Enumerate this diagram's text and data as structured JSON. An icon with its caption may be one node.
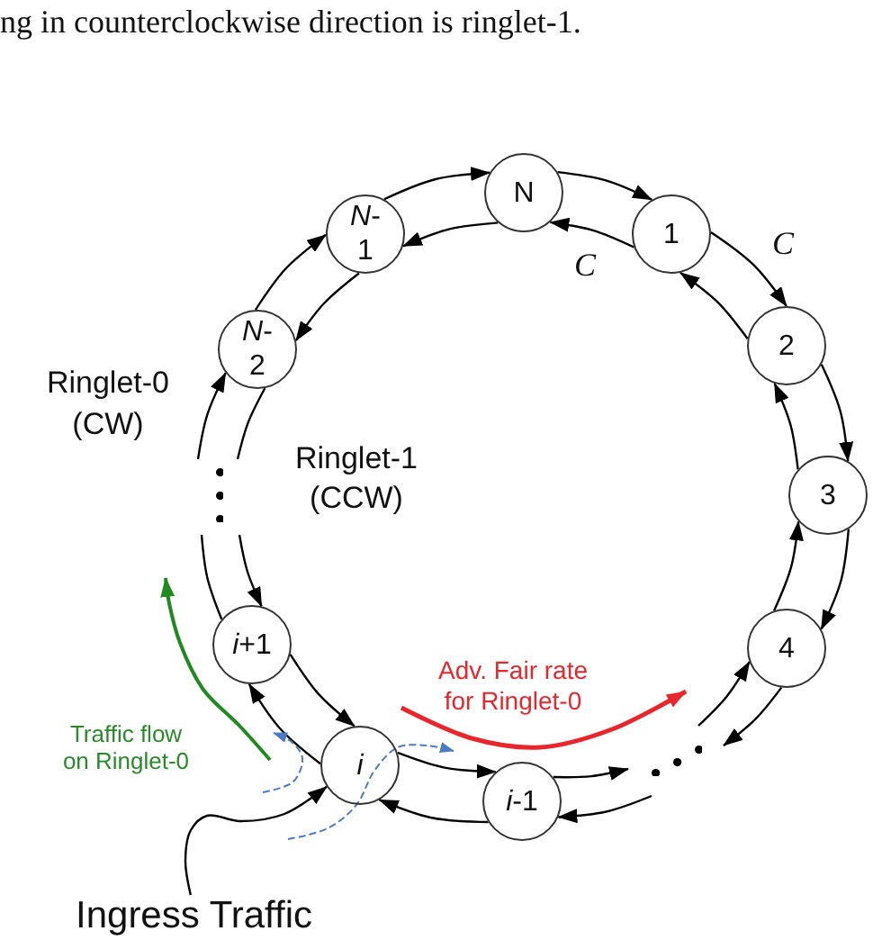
{
  "diagram": {
    "nodes": [
      {
        "text": [
          "N"
        ]
      },
      {
        "text": [
          "*N*-1"
        ]
      },
      {
        "text": [
          "1"
        ]
      },
      {
        "text": [
          "*N*-2"
        ]
      },
      {
        "text": [
          "2"
        ]
      },
      {
        "text": [],
        "shape": "dots"
      },
      {
        "text": [
          "3"
        ]
      },
      {
        "text": [
          "*i*+1"
        ]
      },
      {
        "text": [
          "4"
        ]
      },
      {
        "text": [
          "i"
        ]
      },
      {
        "text": [],
        "shape": "dots"
      },
      {
        "text": [
          "*i*-1"
        ]
      },
      {
        "text": [
          "Ingress Traffic"
        ]
      }
    ],
    "edges": [
      {
        "from": 1,
        "to": 0,
        "arrow": "to"
      },
      {
        "from": 0,
        "to": 2,
        "arrow": "to"
      },
      {
        "from": 2,
        "to": 4,
        "arrow": "to"
      },
      {
        "from": 4,
        "to": 6,
        "arrow": "to"
      },
      {
        "from": 6,
        "to": 8,
        "arrow": "to"
      },
      {
        "from": 8,
        "to": 10,
        "arrow": "to"
      },
      {
        "from": 10,
        "to": 11,
        "arrow": "to"
      },
      {
        "from": 11,
        "to": 9,
        "arrow": "to"
      },
      {
        "from": 9,
        "to": 7,
        "arrow": "to"
      },
      {
        "from": 7,
        "to": 5,
        "arrow": "none"
      },
      {
        "from": 5,
        "to": 3,
        "arrow": "to"
      },
      {
        "from": 3,
        "to": 1,
        "arrow": "to"
      },
      {
        "from": 0,
        "to": 1,
        "arrow": "to"
      },
      {
        "from": 2,
        "to": 0,
        "arrow": "to"
      },
      {
        "from": 4,
        "to": 2,
        "arrow": "to"
      },
      {
        "from": 6,
        "to": 4,
        "arrow": "to"
      },
      {
        "from": 8,
        "to": 6,
        "arrow": "to"
      },
      {
        "from": 10,
        "to": 8,
        "arrow": "to"
      },
      {
        "from": 11,
        "to": 10,
        "arrow": "to"
      },
      {
        "from": 9,
        "to": 11,
        "arrow": "to"
      },
      {
        "from": 7,
        "to": 9,
        "arrow": "to"
      },
      {
        "from": 5,
        "to": 7,
        "arrow": "to"
      },
      {
        "from": 3,
        "to": 5,
        "arrow": "none"
      },
      {
        "from": 1,
        "to": 3,
        "arrow": "to"
      },
      {
        "from": 12,
        "to": 9,
        "arrow": "to"
      }
    ],
    "labels": [
      "ng in counterclockwise direction is ringlet-1.",
      "C",
      "C",
      "Ringlet-0 (CW)",
      "Ringlet-1 (CCW)",
      "Adv. Fair rate for Ringlet-0",
      "Traffic flow on Ringlet-0"
    ]
  }
}
